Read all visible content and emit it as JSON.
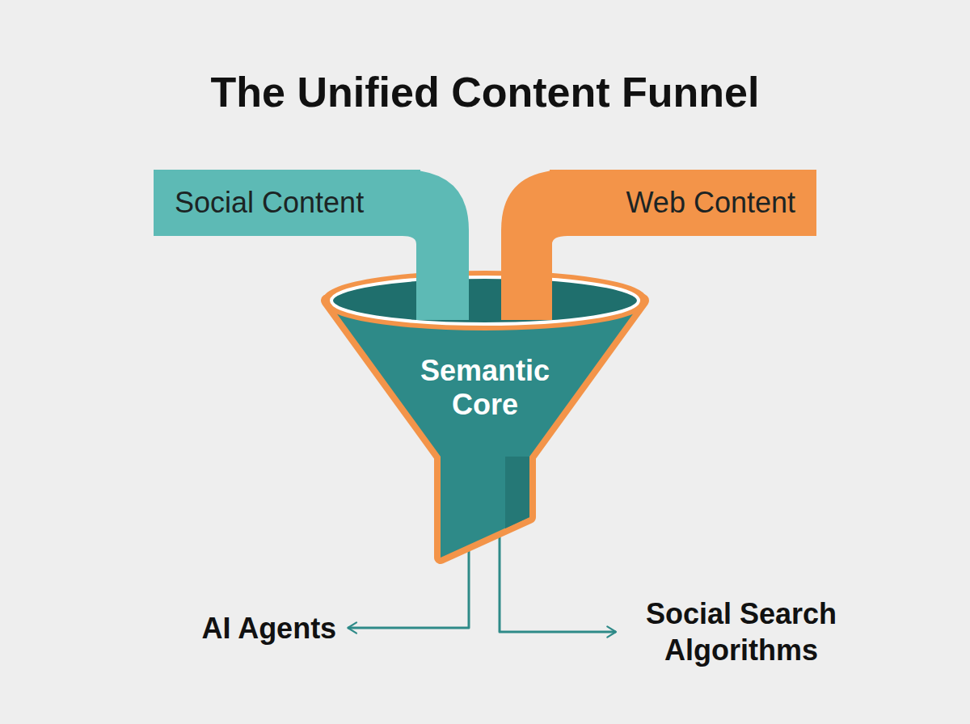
{
  "diagram": {
    "title": "The Unified Content Funnel",
    "nodes": [
      {
        "text": [
          "Social Content"
        ]
      },
      {
        "text": [
          "Web Content"
        ]
      },
      {
        "text": [
          "Semantic Core"
        ]
      },
      {
        "text": [
          "AI Agents"
        ]
      },
      {
        "text": [
          "Social Search Algorithms"
        ]
      }
    ],
    "edges": [
      {
        "from": 2,
        "to": 3,
        "arrow": "to"
      },
      {
        "from": 2,
        "to": 4,
        "arrow": "to"
      }
    ]
  }
}
